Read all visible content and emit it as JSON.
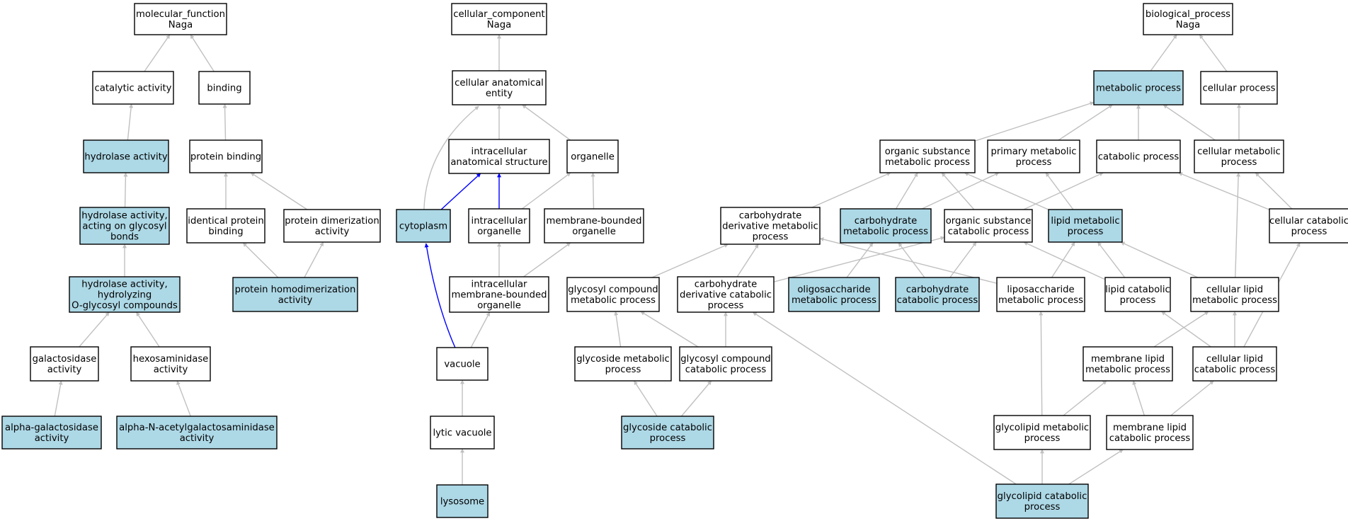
{
  "colors": {
    "highlight_fill": "#add8e6",
    "plain_fill": "#ffffff",
    "edge_gray": "#c0c0c0",
    "edge_blue": "#0000ff"
  },
  "nodes": [
    {
      "id": "mf_root",
      "lines": [
        "molecular_function",
        "Naga"
      ],
      "highlight": false
    },
    {
      "id": "catalytic_activity",
      "lines": [
        "catalytic activity"
      ],
      "highlight": false
    },
    {
      "id": "binding",
      "lines": [
        "binding"
      ],
      "highlight": false
    },
    {
      "id": "hydrolase_activity",
      "lines": [
        "hydrolase activity"
      ],
      "highlight": true
    },
    {
      "id": "protein_binding",
      "lines": [
        "protein binding"
      ],
      "highlight": false
    },
    {
      "id": "hydrolase_glycosyl",
      "lines": [
        "hydrolase activity,",
        "acting on glycosyl",
        "bonds"
      ],
      "highlight": true
    },
    {
      "id": "identical_protein_binding",
      "lines": [
        "identical protein",
        "binding"
      ],
      "highlight": false
    },
    {
      "id": "protein_dimerization",
      "lines": [
        "protein dimerization",
        "activity"
      ],
      "highlight": false
    },
    {
      "id": "hydrolase_oglycosyl",
      "lines": [
        "hydrolase activity,",
        "hydrolyzing",
        "O-glycosyl compounds"
      ],
      "highlight": true
    },
    {
      "id": "protein_homodimerization",
      "lines": [
        "protein homodimerization",
        "activity"
      ],
      "highlight": true
    },
    {
      "id": "galactosidase",
      "lines": [
        "galactosidase",
        "activity"
      ],
      "highlight": false
    },
    {
      "id": "hexosaminidase",
      "lines": [
        "hexosaminidase",
        "activity"
      ],
      "highlight": false
    },
    {
      "id": "alpha_galactosidase",
      "lines": [
        "alpha-galactosidase",
        "activity"
      ],
      "highlight": true
    },
    {
      "id": "alpha_n_acetyl",
      "lines": [
        "alpha-N-acetylgalactosaminidase",
        "activity"
      ],
      "highlight": true
    },
    {
      "id": "cc_root",
      "lines": [
        "cellular_component",
        "Naga"
      ],
      "highlight": false
    },
    {
      "id": "cellular_anatomical_entity",
      "lines": [
        "cellular anatomical",
        "entity"
      ],
      "highlight": false
    },
    {
      "id": "intracellular_anatomical",
      "lines": [
        "intracellular",
        "anatomical structure"
      ],
      "highlight": false
    },
    {
      "id": "organelle",
      "lines": [
        "organelle"
      ],
      "highlight": false
    },
    {
      "id": "cytoplasm",
      "lines": [
        "cytoplasm"
      ],
      "highlight": true
    },
    {
      "id": "intracellular_organelle",
      "lines": [
        "intracellular",
        "organelle"
      ],
      "highlight": false
    },
    {
      "id": "membrane_bounded_organelle",
      "lines": [
        "membrane-bounded",
        "organelle"
      ],
      "highlight": false
    },
    {
      "id": "intracellular_mb_organelle",
      "lines": [
        "intracellular",
        "membrane-bounded",
        "organelle"
      ],
      "highlight": false
    },
    {
      "id": "vacuole",
      "lines": [
        "vacuole"
      ],
      "highlight": false
    },
    {
      "id": "lytic_vacuole",
      "lines": [
        "lytic vacuole"
      ],
      "highlight": false
    },
    {
      "id": "lysosome",
      "lines": [
        "lysosome"
      ],
      "highlight": true
    },
    {
      "id": "bp_root",
      "lines": [
        "biological_process",
        "Naga"
      ],
      "highlight": false
    },
    {
      "id": "metabolic_process",
      "lines": [
        "metabolic process"
      ],
      "highlight": true
    },
    {
      "id": "cellular_process",
      "lines": [
        "cellular process"
      ],
      "highlight": false
    },
    {
      "id": "organic_substance_metabolic",
      "lines": [
        "organic substance",
        "metabolic process"
      ],
      "highlight": false
    },
    {
      "id": "primary_metabolic",
      "lines": [
        "primary metabolic",
        "process"
      ],
      "highlight": false
    },
    {
      "id": "catabolic_process",
      "lines": [
        "catabolic process"
      ],
      "highlight": false
    },
    {
      "id": "cellular_metabolic",
      "lines": [
        "cellular metabolic",
        "process"
      ],
      "highlight": false
    },
    {
      "id": "carb_deriv_metabolic",
      "lines": [
        "carbohydrate",
        "derivative metabolic",
        "process"
      ],
      "highlight": false
    },
    {
      "id": "carbohydrate_metabolic",
      "lines": [
        "carbohydrate",
        "metabolic process"
      ],
      "highlight": true
    },
    {
      "id": "organic_substance_catabolic",
      "lines": [
        "organic substance",
        "catabolic process"
      ],
      "highlight": false
    },
    {
      "id": "lipid_metabolic",
      "lines": [
        "lipid metabolic",
        "process"
      ],
      "highlight": true
    },
    {
      "id": "cellular_catabolic",
      "lines": [
        "cellular catabolic",
        "process"
      ],
      "highlight": false
    },
    {
      "id": "glycosyl_compound_metabolic",
      "lines": [
        "glycosyl compound",
        "metabolic process"
      ],
      "highlight": false
    },
    {
      "id": "carb_deriv_catabolic",
      "lines": [
        "carbohydrate",
        "derivative catabolic",
        "process"
      ],
      "highlight": false
    },
    {
      "id": "oligosaccharide_metabolic",
      "lines": [
        "oligosaccharide",
        "metabolic process"
      ],
      "highlight": true
    },
    {
      "id": "carbohydrate_catabolic",
      "lines": [
        "carbohydrate",
        "catabolic process"
      ],
      "highlight": true
    },
    {
      "id": "liposaccharide_metabolic",
      "lines": [
        "liposaccharide",
        "metabolic process"
      ],
      "highlight": false
    },
    {
      "id": "lipid_catabolic",
      "lines": [
        "lipid catabolic",
        "process"
      ],
      "highlight": false
    },
    {
      "id": "cellular_lipid_metabolic",
      "lines": [
        "cellular lipid",
        "metabolic process"
      ],
      "highlight": false
    },
    {
      "id": "glycoside_metabolic",
      "lines": [
        "glycoside metabolic",
        "process"
      ],
      "highlight": false
    },
    {
      "id": "glycosyl_compound_catabolic",
      "lines": [
        "glycosyl compound",
        "catabolic process"
      ],
      "highlight": false
    },
    {
      "id": "membrane_lipid_metabolic",
      "lines": [
        "membrane lipid",
        "metabolic process"
      ],
      "highlight": false
    },
    {
      "id": "cellular_lipid_catabolic",
      "lines": [
        "cellular lipid",
        "catabolic process"
      ],
      "highlight": false
    },
    {
      "id": "glycoside_catabolic",
      "lines": [
        "glycoside catabolic",
        "process"
      ],
      "highlight": true
    },
    {
      "id": "glycolipid_metabolic",
      "lines": [
        "glycolipid metabolic",
        "process"
      ],
      "highlight": false
    },
    {
      "id": "membrane_lipid_catabolic",
      "lines": [
        "membrane lipid",
        "catabolic process"
      ],
      "highlight": false
    },
    {
      "id": "glycolipid_catabolic",
      "lines": [
        "glycolipid catabolic",
        "process"
      ],
      "highlight": true
    }
  ],
  "edges": [
    {
      "from": "catalytic_activity",
      "to": "mf_root",
      "color": "gray"
    },
    {
      "from": "binding",
      "to": "mf_root",
      "color": "gray"
    },
    {
      "from": "hydrolase_activity",
      "to": "catalytic_activity",
      "color": "gray"
    },
    {
      "from": "protein_binding",
      "to": "binding",
      "color": "gray"
    },
    {
      "from": "hydrolase_glycosyl",
      "to": "hydrolase_activity",
      "color": "gray"
    },
    {
      "from": "identical_protein_binding",
      "to": "protein_binding",
      "color": "gray"
    },
    {
      "from": "protein_dimerization",
      "to": "protein_binding",
      "color": "gray"
    },
    {
      "from": "hydrolase_oglycosyl",
      "to": "hydrolase_glycosyl",
      "color": "gray"
    },
    {
      "from": "protein_homodimerization",
      "to": "identical_protein_binding",
      "color": "gray"
    },
    {
      "from": "protein_homodimerization",
      "to": "protein_dimerization",
      "color": "gray"
    },
    {
      "from": "galactosidase",
      "to": "hydrolase_oglycosyl",
      "color": "gray"
    },
    {
      "from": "hexosaminidase",
      "to": "hydrolase_oglycosyl",
      "color": "gray"
    },
    {
      "from": "alpha_galactosidase",
      "to": "galactosidase",
      "color": "gray"
    },
    {
      "from": "alpha_n_acetyl",
      "to": "hexosaminidase",
      "color": "gray"
    },
    {
      "from": "cellular_anatomical_entity",
      "to": "cc_root",
      "color": "gray"
    },
    {
      "from": "intracellular_anatomical",
      "to": "cellular_anatomical_entity",
      "color": "gray"
    },
    {
      "from": "organelle",
      "to": "cellular_anatomical_entity",
      "color": "gray"
    },
    {
      "from": "cytoplasm",
      "to": "cellular_anatomical_entity",
      "color": "gray"
    },
    {
      "from": "cytoplasm",
      "to": "intracellular_anatomical",
      "color": "blue"
    },
    {
      "from": "intracellular_organelle",
      "to": "intracellular_anatomical",
      "color": "blue"
    },
    {
      "from": "intracellular_organelle",
      "to": "organelle",
      "color": "gray"
    },
    {
      "from": "membrane_bounded_organelle",
      "to": "organelle",
      "color": "gray"
    },
    {
      "from": "intracellular_mb_organelle",
      "to": "intracellular_organelle",
      "color": "gray"
    },
    {
      "from": "intracellular_mb_organelle",
      "to": "membrane_bounded_organelle",
      "color": "gray"
    },
    {
      "from": "vacuole",
      "to": "cytoplasm",
      "color": "blue"
    },
    {
      "from": "vacuole",
      "to": "intracellular_mb_organelle",
      "color": "gray"
    },
    {
      "from": "lytic_vacuole",
      "to": "vacuole",
      "color": "gray"
    },
    {
      "from": "lysosome",
      "to": "lytic_vacuole",
      "color": "gray"
    },
    {
      "from": "metabolic_process",
      "to": "bp_root",
      "color": "gray"
    },
    {
      "from": "cellular_process",
      "to": "bp_root",
      "color": "gray"
    },
    {
      "from": "organic_substance_metabolic",
      "to": "metabolic_process",
      "color": "gray"
    },
    {
      "from": "primary_metabolic",
      "to": "metabolic_process",
      "color": "gray"
    },
    {
      "from": "catabolic_process",
      "to": "metabolic_process",
      "color": "gray"
    },
    {
      "from": "cellular_metabolic",
      "to": "metabolic_process",
      "color": "gray"
    },
    {
      "from": "cellular_metabolic",
      "to": "cellular_process",
      "color": "gray"
    },
    {
      "from": "carb_deriv_metabolic",
      "to": "organic_substance_metabolic",
      "color": "gray"
    },
    {
      "from": "carbohydrate_metabolic",
      "to": "organic_substance_metabolic",
      "color": "gray"
    },
    {
      "from": "carbohydrate_metabolic",
      "to": "primary_metabolic",
      "color": "gray"
    },
    {
      "from": "organic_substance_catabolic",
      "to": "organic_substance_metabolic",
      "color": "gray"
    },
    {
      "from": "organic_substance_catabolic",
      "to": "catabolic_process",
      "color": "gray"
    },
    {
      "from": "lipid_metabolic",
      "to": "organic_substance_metabolic",
      "color": "gray"
    },
    {
      "from": "lipid_metabolic",
      "to": "primary_metabolic",
      "color": "gray"
    },
    {
      "from": "cellular_catabolic",
      "to": "catabolic_process",
      "color": "gray"
    },
    {
      "from": "cellular_catabolic",
      "to": "cellular_metabolic",
      "color": "gray"
    },
    {
      "from": "glycosyl_compound_metabolic",
      "to": "carb_deriv_metabolic",
      "color": "gray"
    },
    {
      "from": "carb_deriv_catabolic",
      "to": "carb_deriv_metabolic",
      "color": "gray"
    },
    {
      "from": "carb_deriv_catabolic",
      "to": "organic_substance_catabolic",
      "color": "gray"
    },
    {
      "from": "oligosaccharide_metabolic",
      "to": "carbohydrate_metabolic",
      "color": "gray"
    },
    {
      "from": "carbohydrate_catabolic",
      "to": "carbohydrate_metabolic",
      "color": "gray"
    },
    {
      "from": "carbohydrate_catabolic",
      "to": "organic_substance_catabolic",
      "color": "gray"
    },
    {
      "from": "liposaccharide_metabolic",
      "to": "carb_deriv_metabolic",
      "color": "gray"
    },
    {
      "from": "liposaccharide_metabolic",
      "to": "lipid_metabolic",
      "color": "gray"
    },
    {
      "from": "lipid_catabolic",
      "to": "organic_substance_catabolic",
      "color": "gray"
    },
    {
      "from": "lipid_catabolic",
      "to": "lipid_metabolic",
      "color": "gray"
    },
    {
      "from": "cellular_lipid_metabolic",
      "to": "lipid_metabolic",
      "color": "gray"
    },
    {
      "from": "cellular_lipid_metabolic",
      "to": "cellular_metabolic",
      "color": "gray"
    },
    {
      "from": "glycoside_metabolic",
      "to": "glycosyl_compound_metabolic",
      "color": "gray"
    },
    {
      "from": "glycosyl_compound_catabolic",
      "to": "glycosyl_compound_metabolic",
      "color": "gray"
    },
    {
      "from": "glycosyl_compound_catabolic",
      "to": "carb_deriv_catabolic",
      "color": "gray"
    },
    {
      "from": "membrane_lipid_metabolic",
      "to": "cellular_lipid_metabolic",
      "color": "gray"
    },
    {
      "from": "cellular_lipid_catabolic",
      "to": "lipid_catabolic",
      "color": "gray"
    },
    {
      "from": "cellular_lipid_catabolic",
      "to": "cellular_lipid_metabolic",
      "color": "gray"
    },
    {
      "from": "cellular_lipid_catabolic",
      "to": "cellular_catabolic",
      "color": "gray"
    },
    {
      "from": "glycoside_catabolic",
      "to": "glycoside_metabolic",
      "color": "gray"
    },
    {
      "from": "glycoside_catabolic",
      "to": "glycosyl_compound_catabolic",
      "color": "gray"
    },
    {
      "from": "glycolipid_metabolic",
      "to": "liposaccharide_metabolic",
      "color": "gray"
    },
    {
      "from": "glycolipid_metabolic",
      "to": "membrane_lipid_metabolic",
      "color": "gray"
    },
    {
      "from": "membrane_lipid_catabolic",
      "to": "membrane_lipid_metabolic",
      "color": "gray"
    },
    {
      "from": "membrane_lipid_catabolic",
      "to": "cellular_lipid_catabolic",
      "color": "gray"
    },
    {
      "from": "glycolipid_catabolic",
      "to": "glycolipid_metabolic",
      "color": "gray"
    },
    {
      "from": "glycolipid_catabolic",
      "to": "membrane_lipid_catabolic",
      "color": "gray"
    },
    {
      "from": "glycolipid_catabolic",
      "to": "carb_deriv_catabolic",
      "color": "gray"
    }
  ]
}
